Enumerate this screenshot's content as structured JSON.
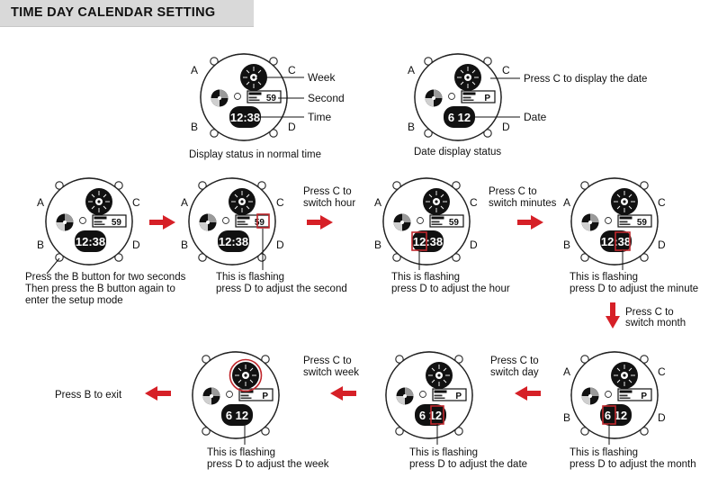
{
  "header": {
    "title": "TIME DAY CALENDAR SETTING"
  },
  "buttons": {
    "a": "A",
    "b": "B",
    "c": "C",
    "d": "D"
  },
  "normal": {
    "week_label": "Week",
    "second_label": "Second",
    "time_label": "Time",
    "caption": "Display status in normal time",
    "small_display": "59",
    "main_display": "12:38"
  },
  "date_status": {
    "press_c": "Press C to display the date",
    "date_label": "Date",
    "caption": "Date display status",
    "small_display": "P",
    "main_display": "6 12"
  },
  "steps": {
    "enter_1": "Press the B button for two seconds",
    "enter_2": "Then press the B button again to",
    "enter_3": "enter the setup mode",
    "flash": "This is flashing",
    "adj_second": "press D to adjust the second",
    "adj_hour": "press D to adjust the hour",
    "adj_minute": "press D to adjust the minute",
    "adj_month": "press D to adjust the month",
    "adj_date": "press D to adjust the date",
    "adj_week": "press D to adjust the week",
    "c_to": "Press C to",
    "switch_hour": "switch hour",
    "switch_minutes": "switch minutes",
    "switch_month": "switch month",
    "switch_day": "switch day",
    "switch_week": "switch week",
    "exit": "Press B to exit"
  },
  "colors": {
    "arrow": "#d62027",
    "highlight": "#c0282d",
    "face": "#111111"
  }
}
